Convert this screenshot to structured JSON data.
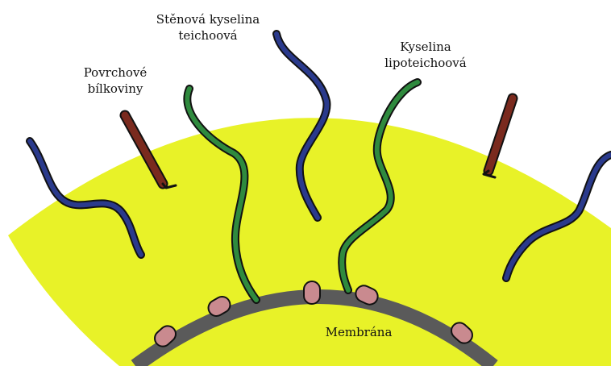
{
  "labels": {
    "surface_proteins": [
      "Povrchové",
      "bílkoviny"
    ],
    "wall_teichoic_acid": [
      "Stěnová kyselina",
      "teichoová"
    ],
    "lipoteichoic_acid": [
      "Kyselina",
      "lipoteichoová"
    ],
    "membrane": "Membrána"
  },
  "colors": {
    "cell_wall": "#e8f228",
    "membrane": "#5a5a5a",
    "membrane_protein": "#c98a8f",
    "wall_teichoic": "#2a3a8c",
    "lipoteichoic": "#2f8a3e",
    "surface_protein": "#7a2a1e",
    "outline": "#111111",
    "label_text": "#111111"
  },
  "icons": [
    "membrane-protein",
    "surface-protein-rod",
    "teichoic-acid-strand"
  ]
}
